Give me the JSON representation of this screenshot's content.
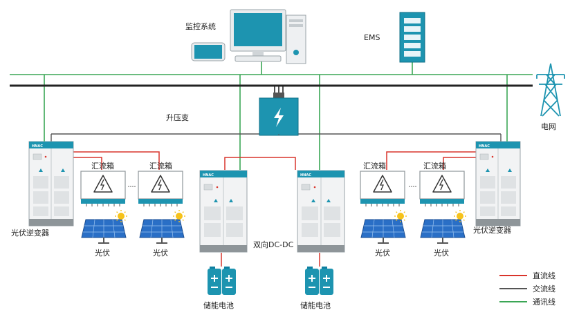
{
  "labels": {
    "monitoring_system": "监控系统",
    "ems": "EMS",
    "step_up_transformer": "升压变",
    "grid": "电网",
    "pv_inverter": "光伏逆变器",
    "combiner_box": "汇流箱",
    "pv": "光伏",
    "bidirectional_dcdc": "双向DC-DC",
    "storage_battery": "储能电池",
    "brand": "HNAC"
  },
  "legend": [
    {
      "label": "直流线",
      "color": "#d9342b"
    },
    {
      "label": "交流线",
      "color": "#555555"
    },
    {
      "label": "通讯线",
      "color": "#3aa655"
    }
  ],
  "colors": {
    "dc_line": "#d9342b",
    "ac_line": "#555555",
    "comm_line": "#3aa655",
    "bus_line": "#222222",
    "accent": "#1d94b0",
    "cabinet": "#f2f3f4",
    "panel": "#2a6fc6"
  },
  "icons": {
    "monitor": "monitor-icon",
    "tablet": "tablet-icon",
    "server": "server-rack-icon",
    "pylon": "transmission-tower-icon",
    "transformer": "transformer-icon",
    "lightning": "lightning-icon",
    "sun": "sun-icon",
    "battery": "battery-icon"
  }
}
